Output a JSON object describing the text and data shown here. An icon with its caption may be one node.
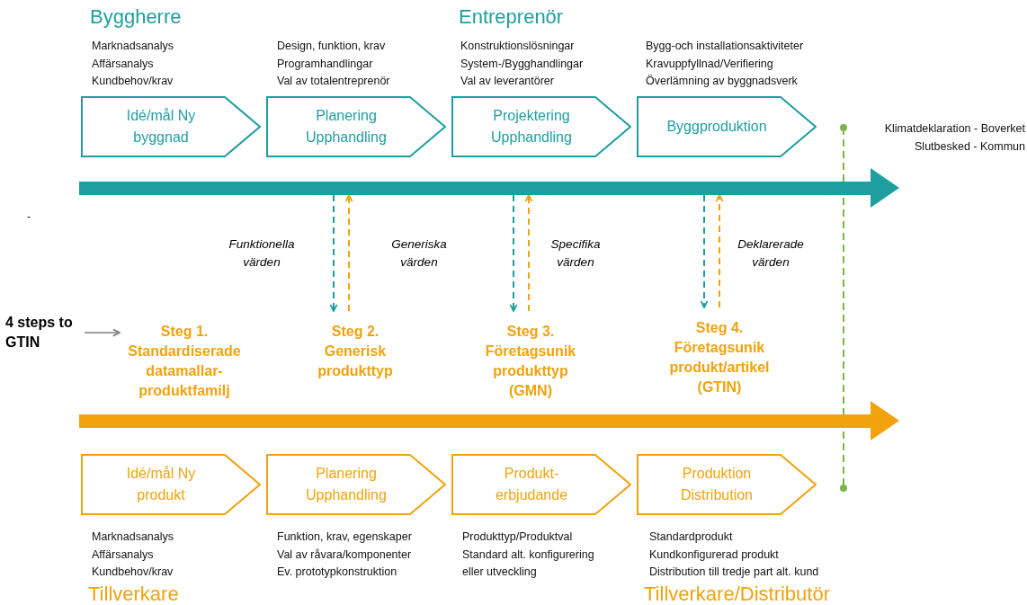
{
  "diagram": {
    "nodes": [
      {
        "text": [
          "Idé/mål Ny byggnad"
        ],
        "beside": [
          "Marknadsanalys",
          "Affärsanalys",
          "Kundbehov/krav"
        ]
      },
      {
        "text": [
          "Planering Upphandling"
        ],
        "beside": [
          "Design, funktion, krav",
          "Programhandlingar",
          "Val av totalentreprenör"
        ]
      },
      {
        "text": [
          "Projektering Upphandling"
        ],
        "beside": [
          "Konstruktionslösningar",
          "System-/Bygghandlingar",
          "Val av leverantörer"
        ]
      },
      {
        "text": [
          "Byggproduktion"
        ],
        "beside": [
          "Bygg-och installationsaktiviteter",
          "Kravuppfyllnad/Verifiering",
          "Överlämning av byggnadsverk"
        ]
      },
      {
        "text": [],
        "shape": "bar"
      },
      {
        "text": [
          "4 steps to GTIN"
        ]
      },
      {
        "text": [
          "Steg 1.",
          "Standardiserade datamallar- produktfamilj"
        ]
      },
      {
        "text": [
          "Steg 2.",
          "Generisk produkttyp"
        ]
      },
      {
        "text": [
          "Steg 3.",
          "Företagsunik produkttyp (GMN)"
        ]
      },
      {
        "text": [
          "Steg 4.",
          "Företagsunik produkt/artikel (GTIN)"
        ]
      },
      {
        "text": [],
        "shape": "bar"
      },
      {
        "text": [
          "Idé/mål Ny produkt"
        ],
        "beside": [
          "Marknadsanalys",
          "Affärsanalys",
          "Kundbehov/krav"
        ]
      },
      {
        "text": [
          "Planering Upphandling"
        ],
        "beside": [
          "Funktion, krav, egenskaper",
          "Val av råvara/komponenter",
          "Ev. prototypkonstruktion"
        ]
      },
      {
        "text": [
          "Produkt- erbjudande"
        ],
        "beside": [
          "Produkttyp/Produktval",
          "Standard alt. konfigurering",
          "eller utveckling"
        ]
      },
      {
        "text": [
          "Produktion Distribution"
        ],
        "beside": [
          "Standardprodukt",
          "Kundkonfigurerad produkt",
          "Distribution till tredje part alt. kund"
        ]
      }
    ],
    "edges": [
      {
        "from": 5,
        "to": 6,
        "arrow": "to",
        "color": "#808080"
      },
      {
        "from": 4,
        "to": 7,
        "arrow": "to",
        "style": "dashed",
        "color": "#1f9ea0",
        "label": "Funktionella värden"
      },
      {
        "from": 7,
        "to": 4,
        "arrow": "to",
        "style": "dashed",
        "color": "#f2a20c",
        "label": "Generiska värden"
      },
      {
        "from": 4,
        "to": 8,
        "arrow": "to",
        "style": "dashed",
        "color": "#1f9ea0"
      },
      {
        "from": 8,
        "to": 4,
        "arrow": "to",
        "style": "dashed",
        "color": "#f2a20c",
        "label": "Specifika värden"
      },
      {
        "from": 4,
        "to": 9,
        "arrow": "to",
        "style": "dashed",
        "color": "#1f9ea0"
      },
      {
        "from": 9,
        "to": 4,
        "arrow": "to",
        "style": "dashed",
        "color": "#f2a20c",
        "label": "Deklarerade värden"
      }
    ],
    "labels": [
      "Byggherre",
      "Entreprenör",
      "Klimatdeklaration - Boverket",
      "Slutbesked - Kommun",
      "-",
      "Tillverkare",
      "Tillverkare/Distributör"
    ]
  }
}
